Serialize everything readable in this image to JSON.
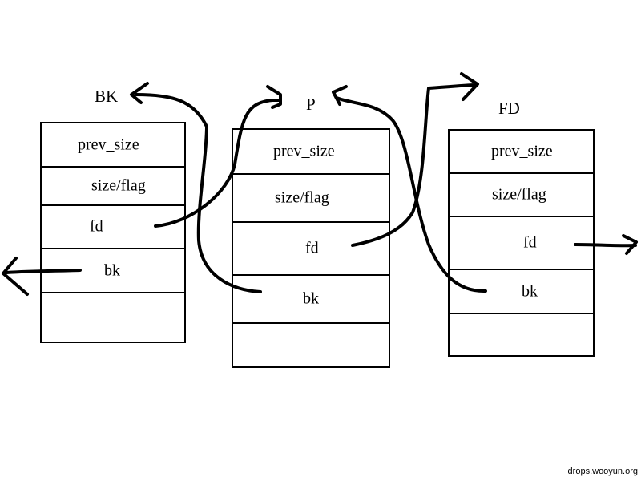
{
  "chunks": [
    {
      "title": "BK",
      "fields": [
        "prev_size",
        "size/flag",
        "fd",
        "bk",
        ""
      ]
    },
    {
      "title": "P",
      "fields": [
        "prev_size",
        "size/flag",
        "fd",
        "bk",
        ""
      ]
    },
    {
      "title": "FD",
      "fields": [
        "prev_size",
        "size/flag",
        "fd",
        "bk",
        ""
      ]
    }
  ],
  "watermark": "drops.wooyun.org"
}
